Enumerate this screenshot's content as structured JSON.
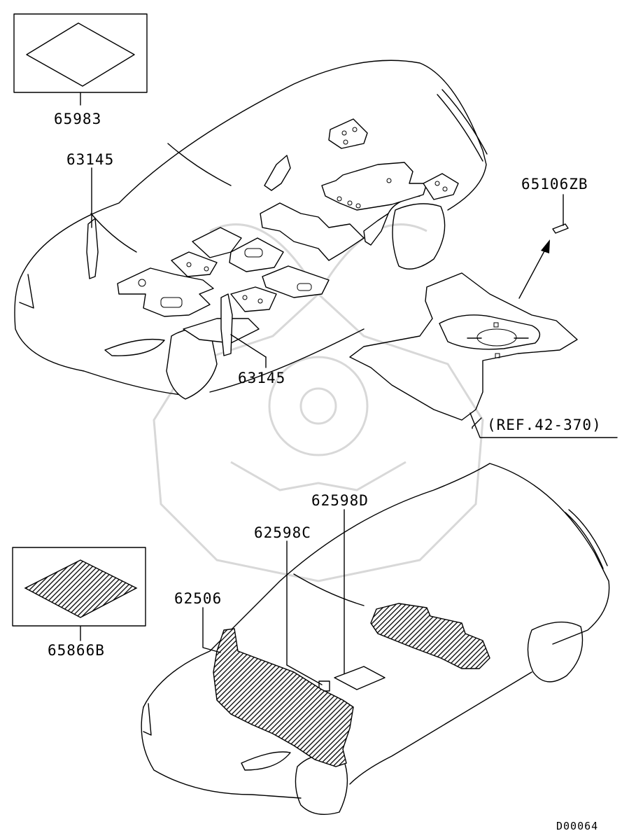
{
  "labels": {
    "p65983": "65983",
    "p63145_top": "63145",
    "p63145_bottom": "63145",
    "p65106ZB": "65106ZB",
    "ref": "(REF.42-370)",
    "p62598D": "62598D",
    "p62598C": "62598C",
    "p62506": "62506",
    "p65866B": "65866B",
    "diagram_code": "D00064"
  }
}
